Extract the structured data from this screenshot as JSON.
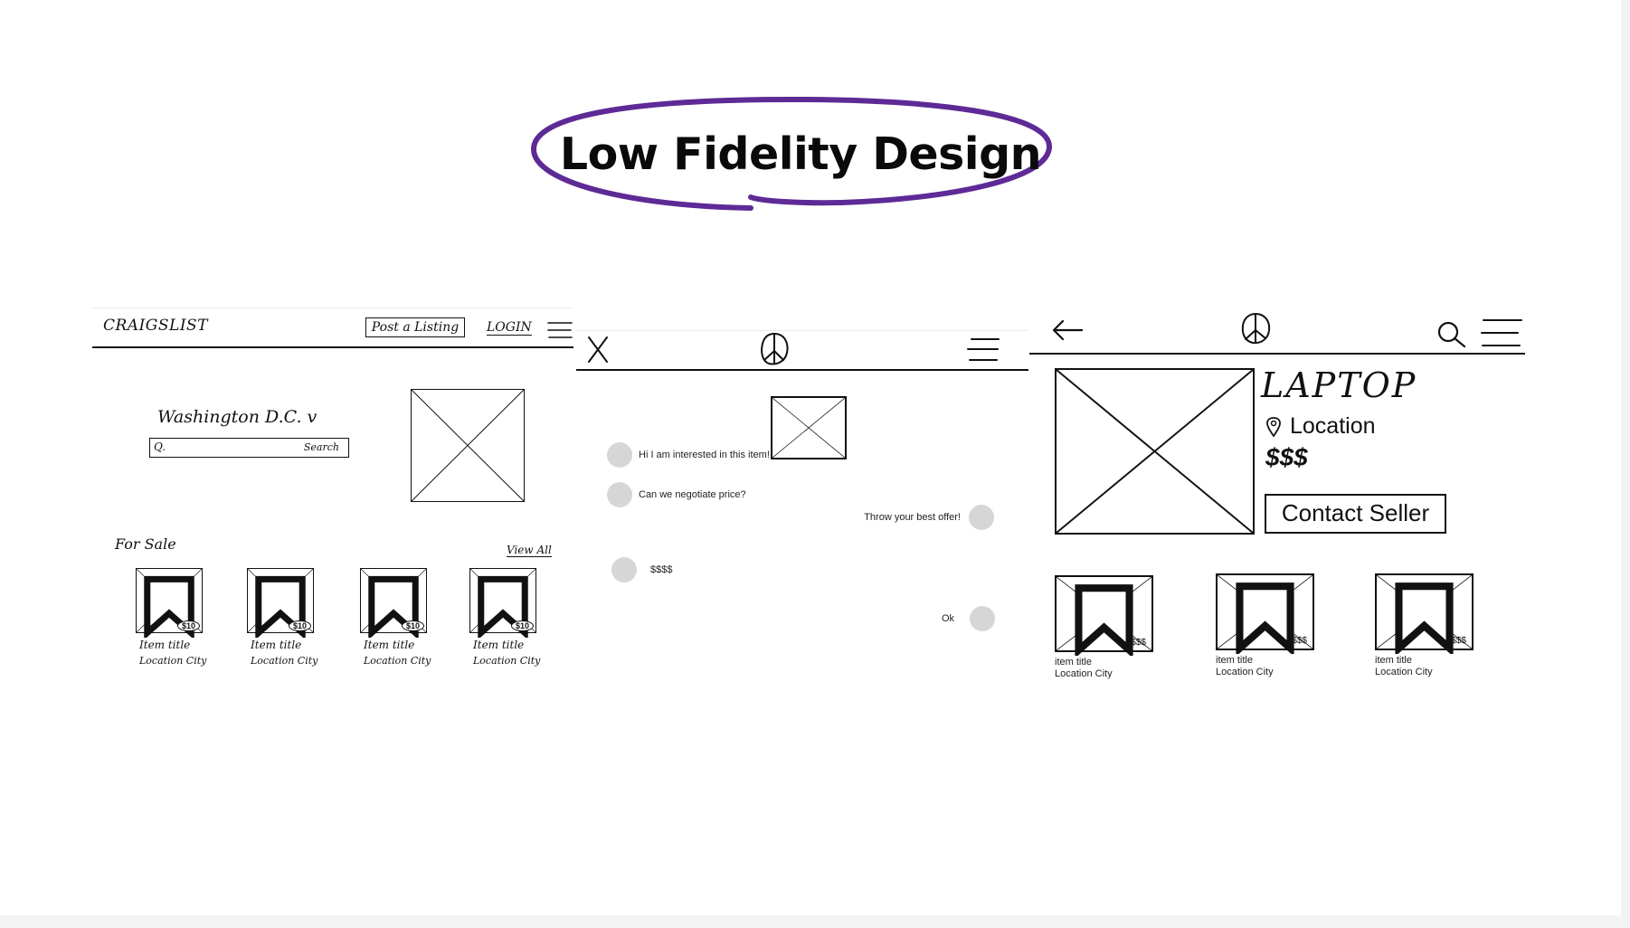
{
  "title": "Low Fidelity Design",
  "accent_color": "#5e2a96",
  "screen1": {
    "logo": "CRAIGSLIST",
    "post_listing": "Post a Listing",
    "login": "LOGIN",
    "menu_icon": "hamburger-icon",
    "location": "Washington D.C. v",
    "search_placeholder": "Q.",
    "search_button": "Search",
    "section_title": "For Sale",
    "view_all": "View All",
    "items": [
      {
        "title": "Item title",
        "location": "Location City",
        "price": "$10"
      },
      {
        "title": "Item title",
        "location": "Location City",
        "price": "$10"
      },
      {
        "title": "Item title",
        "location": "Location City",
        "price": "$10"
      },
      {
        "title": "Item title",
        "location": "Location City",
        "price": "$10"
      }
    ]
  },
  "screen2": {
    "close_icon": "close-icon",
    "logo_icon": "peace-logo-icon",
    "menu_icon": "hamburger-icon",
    "messages": [
      {
        "side": "left",
        "text": "Hi I am interested in this item!"
      },
      {
        "side": "left",
        "text": "Can we negotiate price?"
      },
      {
        "side": "right",
        "text": "Throw your best offer!"
      },
      {
        "side": "left",
        "text": "$$$$"
      },
      {
        "side": "right",
        "text": "Ok"
      }
    ]
  },
  "screen3": {
    "back_icon": "back-arrow-icon",
    "logo_icon": "peace-logo-icon",
    "search_icon": "search-icon",
    "menu_icon": "hamburger-icon",
    "product_title": "LAPTOP",
    "location_icon": "location-pin-icon",
    "location": "Location",
    "price": "$$$",
    "contact_button": "Contact Seller",
    "items": [
      {
        "title": "item title",
        "location": "Location City",
        "price": "$$$"
      },
      {
        "title": "item title",
        "location": "Location City",
        "price": "$$$"
      },
      {
        "title": "item title",
        "location": "Location City",
        "price": "$$$"
      }
    ]
  }
}
